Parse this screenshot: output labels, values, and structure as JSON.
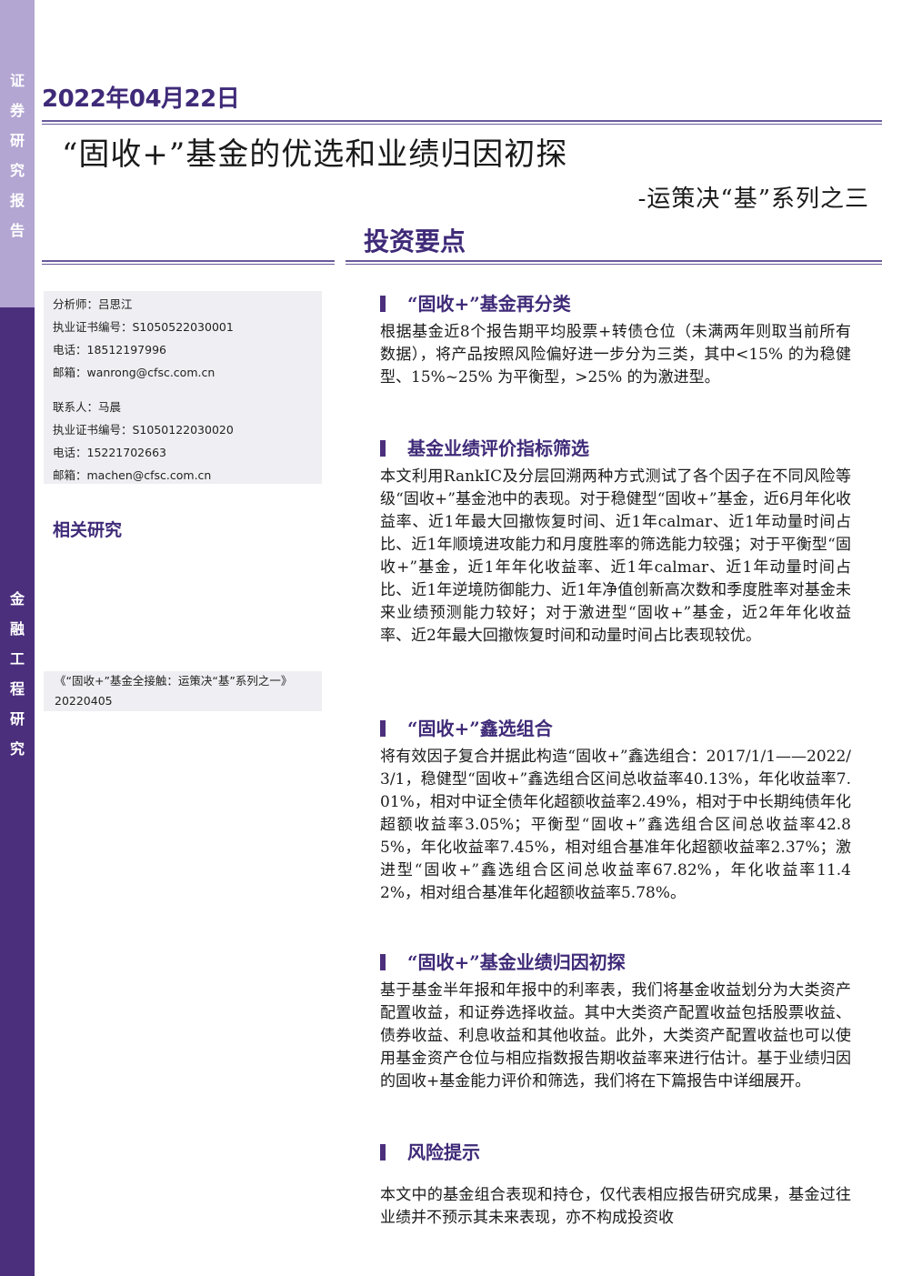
{
  "side_labels": {
    "top": "证\n券\n研\n究\n报\n告",
    "bottom": "金\n融\n工\n程\n研\n究"
  },
  "header": {
    "date": "2022年04月22日",
    "title": "“固收+”基金的优选和业绩归因初探",
    "subtitle": "-运策决“基”系列之三",
    "key_points": "投资要点"
  },
  "analysts": {
    "analyst_1": {
      "name": "分析师：吕思江",
      "cert": "执业证书编号：S1050522030001",
      "phone": "电话：18512197996",
      "email": "邮箱：wanrong@cfsc.com.cn"
    },
    "analyst_2": {
      "name": "联系人：马晨",
      "cert": "执业证书编号：S1050122030020",
      "phone": "电话：15221702663",
      "email": "邮箱：machen@cfsc.com.cn"
    }
  },
  "related": {
    "title": "相关研究",
    "item": "《“固收+”基金全接触：运策决“基”系列之一》20220405"
  },
  "sections": [
    {
      "heading": "“固收+”基金再分类",
      "body": "根据基金近8个报告期平均股票+转债仓位（未满两年则取当前所有数据），将产品按照风险偏好进一步分为三类，其中<15% 的为稳健型、15%~25% 为平衡型，>25% 的为激进型。"
    },
    {
      "heading": "基金业绩评价指标筛选",
      "body": "本文利用RankIC及分层回溯两种方式测试了各个因子在不同风险等级“固收+”基金池中的表现。对于稳健型“固收+”基金，近6月年化收益率、近1年最大回撤恢复时间、近1年calmar、近1年动量时间占比、近1年顺境进攻能力和月度胜率的筛选能力较强；对于平衡型“固收+”基金，近1年年化收益率、近1年calmar、近1年动量时间占比、近1年逆境防御能力、近1年净值创新高次数和季度胜率对基金未来业绩预测能力较好；对于激进型“固收+”基金，近2年年化收益率、近2年最大回撤恢复时间和动量时间占比表现较优。"
    },
    {
      "heading": "“固收+”鑫选组合",
      "body": "将有效因子复合并据此构造“固收+”鑫选组合：2017/1/1——2022/3/1，稳健型“固收+”鑫选组合区间总收益率40.13%，年化收益率7.01%，相对中证全债年化超额收益率2.49%，相对于中长期纯债年化超额收益率3.05%；平衡型“固收+”鑫选组合区间总收益率42.85%，年化收益率7.45%，相对组合基准年化超额收益率2.37%；激进型“固收+”鑫选组合区间总收益率67.82%，年化收益率11.42%，相对组合基准年化超额收益率5.78%。"
    },
    {
      "heading": "“固收+”基金业绩归因初探",
      "body": "基于基金半年报和年报中的利率表，我们将基金收益划分为大类资产配置收益，和证券选择收益。其中大类资产配置收益包括股票收益、债券收益、利息收益和其他收益。此外，大类资产配置收益也可以使用基金资产仓位与相应指数报告期收益率来进行估计。基于业绩归因的固收+基金能力评价和筛选，我们将在下篇报告中详细展开。"
    },
    {
      "heading": "风险提示",
      "body": "本文中的基金组合表现和持仓，仅代表相应报告研究成果，基金过往业绩并不预示其未来表现，亦不构成投资收"
    }
  ],
  "colors": {
    "brand_dark": "#4b2f7d",
    "brand_light": "#b3a6d2",
    "heading": "#3f2a78",
    "box_bg": "#efeff3"
  }
}
